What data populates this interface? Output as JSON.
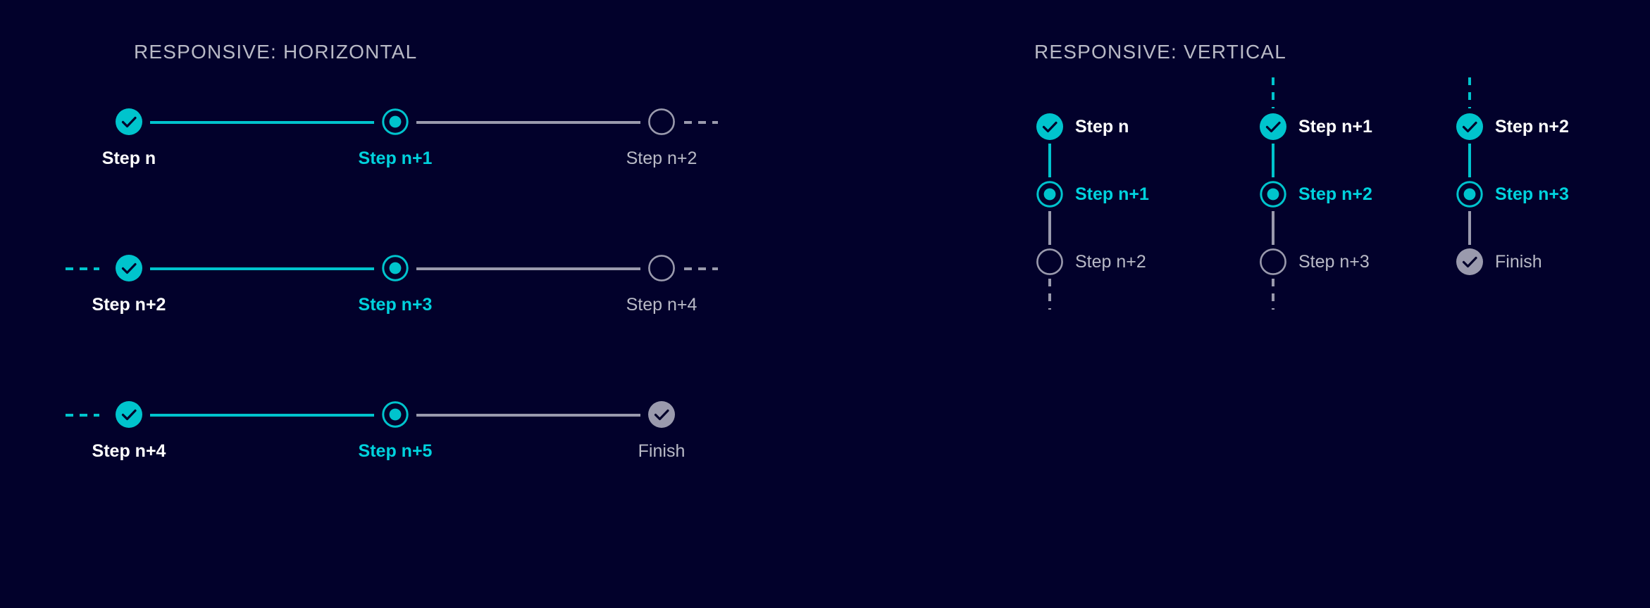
{
  "sections": {
    "horizontal_title": "RESPONSIVE: HORIZONTAL",
    "vertical_title": "RESPONSIVE: VERTICAL"
  },
  "colors": {
    "background": "#02012b",
    "accent_cyan": "#00c4cd",
    "accent_cyan_text": "#00d2dd",
    "inactive_gray": "#9a9aad",
    "label_gray": "#b9bac6",
    "done_label": "#ffffff"
  },
  "horizontal_rows": [
    {
      "lead_dash": "none",
      "trail_dash": "gray",
      "segments": [
        "cyan",
        "gray"
      ],
      "steps": [
        {
          "label": "Step n",
          "state": "done"
        },
        {
          "label": "Step n+1",
          "state": "active"
        },
        {
          "label": "Step n+2",
          "state": "todo"
        }
      ]
    },
    {
      "lead_dash": "cyan",
      "trail_dash": "gray",
      "segments": [
        "cyan",
        "gray"
      ],
      "steps": [
        {
          "label": "Step n+2",
          "state": "done"
        },
        {
          "label": "Step n+3",
          "state": "active"
        },
        {
          "label": "Step n+4",
          "state": "todo"
        }
      ]
    },
    {
      "lead_dash": "cyan",
      "trail_dash": "none",
      "segments": [
        "cyan",
        "gray"
      ],
      "steps": [
        {
          "label": "Step n+4",
          "state": "done"
        },
        {
          "label": "Step n+5",
          "state": "active"
        },
        {
          "label": "Finish",
          "state": "finish"
        }
      ]
    }
  ],
  "vertical_columns": [
    {
      "lead_dash": "none",
      "trail_dash": "gray",
      "segments": [
        "cyan",
        "gray"
      ],
      "steps": [
        {
          "label": "Step n",
          "state": "done"
        },
        {
          "label": "Step n+1",
          "state": "active"
        },
        {
          "label": "Step n+2",
          "state": "todo"
        }
      ]
    },
    {
      "lead_dash": "cyan",
      "trail_dash": "gray",
      "segments": [
        "cyan",
        "gray"
      ],
      "steps": [
        {
          "label": "Step n+1",
          "state": "done"
        },
        {
          "label": "Step n+2",
          "state": "active"
        },
        {
          "label": "Step n+3",
          "state": "todo"
        }
      ]
    },
    {
      "lead_dash": "cyan",
      "trail_dash": "none",
      "segments": [
        "cyan",
        "gray"
      ],
      "steps": [
        {
          "label": "Step n+2",
          "state": "done"
        },
        {
          "label": "Step n+3",
          "state": "active"
        },
        {
          "label": "Finish",
          "state": "finish"
        }
      ]
    }
  ],
  "icon_names": {
    "done": "check-circle-filled-icon",
    "active": "current-step-radio-icon",
    "todo": "empty-circle-icon",
    "finish": "finish-check-circle-icon"
  }
}
